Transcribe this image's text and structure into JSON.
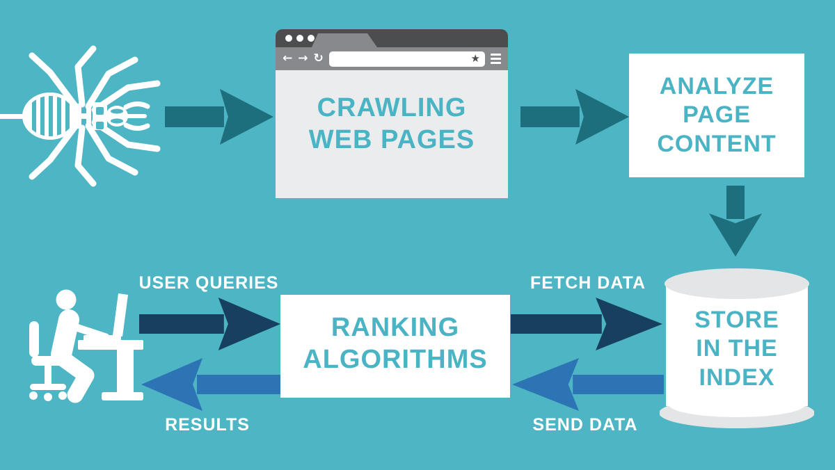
{
  "colors": {
    "bg": "#4db5c3",
    "teal-dark": "#1d6f7e",
    "navy": "#16405e",
    "blue": "#2d74b5",
    "teal-text": "#4ab3c4",
    "panel-gray": "#ebeced",
    "white": "#ffffff",
    "cyl-gray": "#e4e5e7",
    "chrome-dark": "#4c4d4f",
    "chrome-mid": "#87898c"
  },
  "diagram": {
    "nodes": {
      "crawling": {
        "lines": [
          "CRAWLING",
          "WEB PAGES"
        ]
      },
      "analyze": {
        "lines": [
          "ANALYZE",
          "PAGE",
          "CONTENT"
        ]
      },
      "store": {
        "lines": [
          "STORE",
          "IN THE",
          "INDEX"
        ]
      },
      "ranking": {
        "lines": [
          "RANKING",
          "ALGORITHMS"
        ]
      }
    },
    "labels": {
      "user_queries": "USER QUERIES",
      "fetch_data": "FETCH DATA",
      "results": "RESULTS",
      "send_data": "SEND DATA"
    },
    "icons": {
      "spider": "spider-crawler-icon",
      "browser": "browser-window-icon",
      "database": "database-cylinder-icon",
      "person": "person-at-computer-icon"
    }
  }
}
